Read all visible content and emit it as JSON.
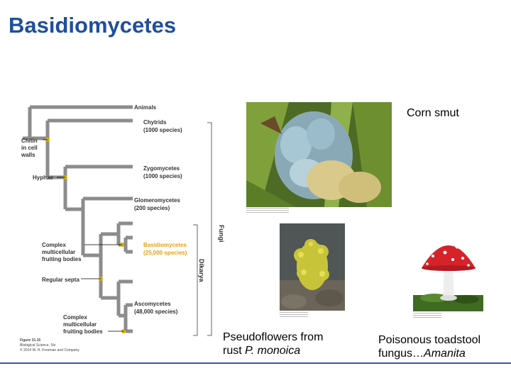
{
  "title": "Basidiomycetes",
  "tree": {
    "taxa": [
      {
        "name": "Animals",
        "count": ""
      },
      {
        "name": "Chytrids",
        "count": "(1000 species)"
      },
      {
        "name": "Zygomycetes",
        "count": "(1000 species)"
      },
      {
        "name": "Glomeromycetes",
        "count": "(200 species)"
      },
      {
        "name": "Basidiomycetes",
        "count": "(25,000 species)"
      },
      {
        "name": "Ascomycetes",
        "count": "(48,000 species)"
      }
    ],
    "traits": {
      "chitin": [
        "Chitin",
        "in cell",
        "walls"
      ],
      "hyphae": "Hyphae",
      "complex_basidio": [
        "Complex",
        "multicellular",
        "fruiting bodies"
      ],
      "septa": "Regular septa",
      "complex_asco": [
        "Complex",
        "multicellular",
        "fruiting bodies"
      ]
    },
    "fungi_label": "Fungi",
    "dikarya_label": "Dikarya",
    "figure": [
      "Figure 31.15",
      "Biological Science, 5/e",
      "© 2014 W. H. Freeman and Company"
    ],
    "highlight_color": "#e8a010"
  },
  "photos": {
    "corn_smut": {
      "caption": "Corn smut"
    },
    "pseudoflowers": {
      "caption_line1": "Pseudoflowers from",
      "caption_prefix": "rust ",
      "caption_italic": "P. monoica"
    },
    "toadstool": {
      "caption_line1": "Poisonous toadstool",
      "caption_prefix": "fungus…",
      "caption_italic": "Amanita"
    }
  }
}
